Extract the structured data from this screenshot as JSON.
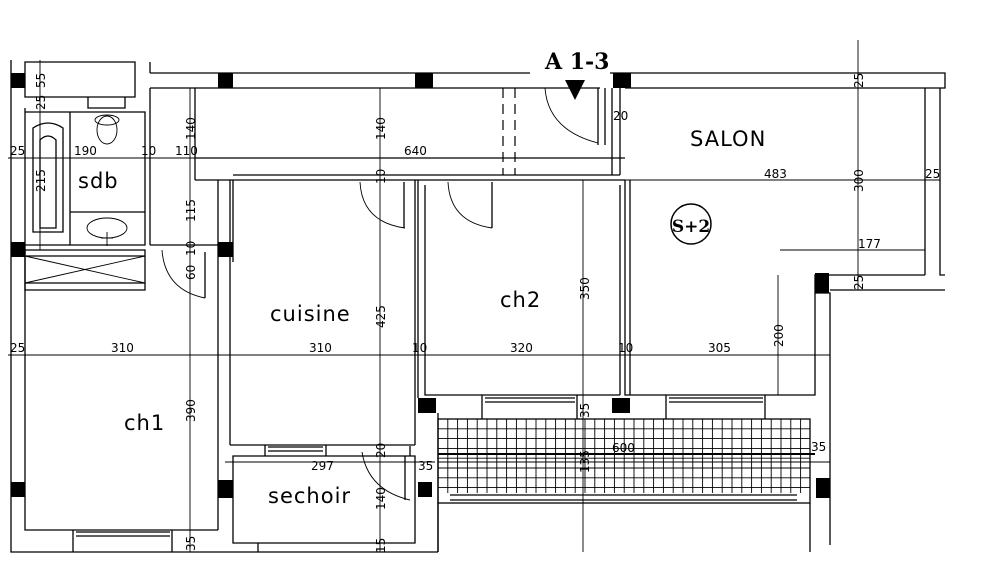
{
  "rooms": {
    "sdb": "sdb",
    "cuisine": "cuisine",
    "ch2": "ch2",
    "salon": "SALON",
    "ch1": "ch1",
    "sechoir": "sechoir"
  },
  "tags": {
    "section": "A 1-3",
    "level": "S+2"
  },
  "dimensions": {
    "d55": "55",
    "d25a": "25",
    "d25b": "25",
    "d190": "190",
    "d10a": "10",
    "d110": "110",
    "d140a": "140",
    "d140b": "140",
    "d640": "640",
    "d10b": "10",
    "d20a": "20",
    "d215": "215",
    "d115": "115",
    "d10c": "10",
    "d60": "60",
    "d483": "483",
    "d300": "300",
    "d25c": "25",
    "d25d": "25",
    "d25e": "25",
    "d177": "177",
    "d425": "425",
    "d350": "350",
    "d200": "200",
    "d25f": "25",
    "d310a": "310",
    "d310b": "310",
    "d10d": "10",
    "d320": "320",
    "d10e": "10",
    "d305": "305",
    "d390": "390",
    "d35a": "35",
    "d600": "600",
    "d135": "135",
    "d35b": "35",
    "d20b": "20",
    "d297": "297",
    "d35c": "35",
    "d140c": "140",
    "d35d": "35",
    "d15": "15"
  }
}
